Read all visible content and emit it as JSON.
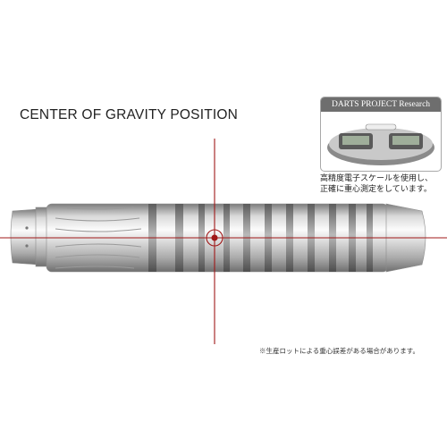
{
  "title": "CENTER OF GRAVITY POSITION",
  "research": {
    "label": "DARTS PROJECT Research",
    "note_line1": "高精度電子スケールを使用し、",
    "note_line2": "正確に重心測定をしています。"
  },
  "footnote": "※生産ロットによる重心誤差がある場合があります。",
  "colors": {
    "crosshair": "#a01818",
    "barrel_light": "#f2f2f2",
    "barrel_mid": "#c4c4c4",
    "barrel_dark": "#8a8a8a"
  },
  "icons": [
    "digital-scale-icon",
    "crosshair-target-icon"
  ]
}
